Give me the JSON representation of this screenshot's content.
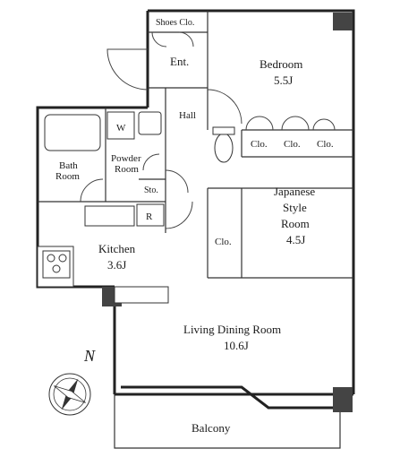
{
  "rooms": {
    "shoes": "Shoes Clo.",
    "entrance": "Ent.",
    "bedroom": "Bedroom",
    "bedroom_size": "5.5J",
    "hall": "Hall",
    "closet_1": "Clo.",
    "closet_2": "Clo.",
    "closet_3": "Clo.",
    "bath_line1": "Bath",
    "bath_line2": "Room",
    "powder_line1": "Powder",
    "powder_line2": "Room",
    "storage": "Sto.",
    "japanese_line1": "Japanese",
    "japanese_line2": "Style",
    "japanese_line3": "Room",
    "japanese_size": "4.5J",
    "closet_4": "Clo.",
    "kitchen": "Kitchen",
    "kitchen_size": "3.6J",
    "living": "Living Dining Room",
    "living_size": "10.6J",
    "balcony": "Balcony"
  },
  "fixtures": {
    "washer": "W",
    "fridge": "R"
  },
  "compass": {
    "north": "N",
    "icon": "compass-rose-icon"
  }
}
